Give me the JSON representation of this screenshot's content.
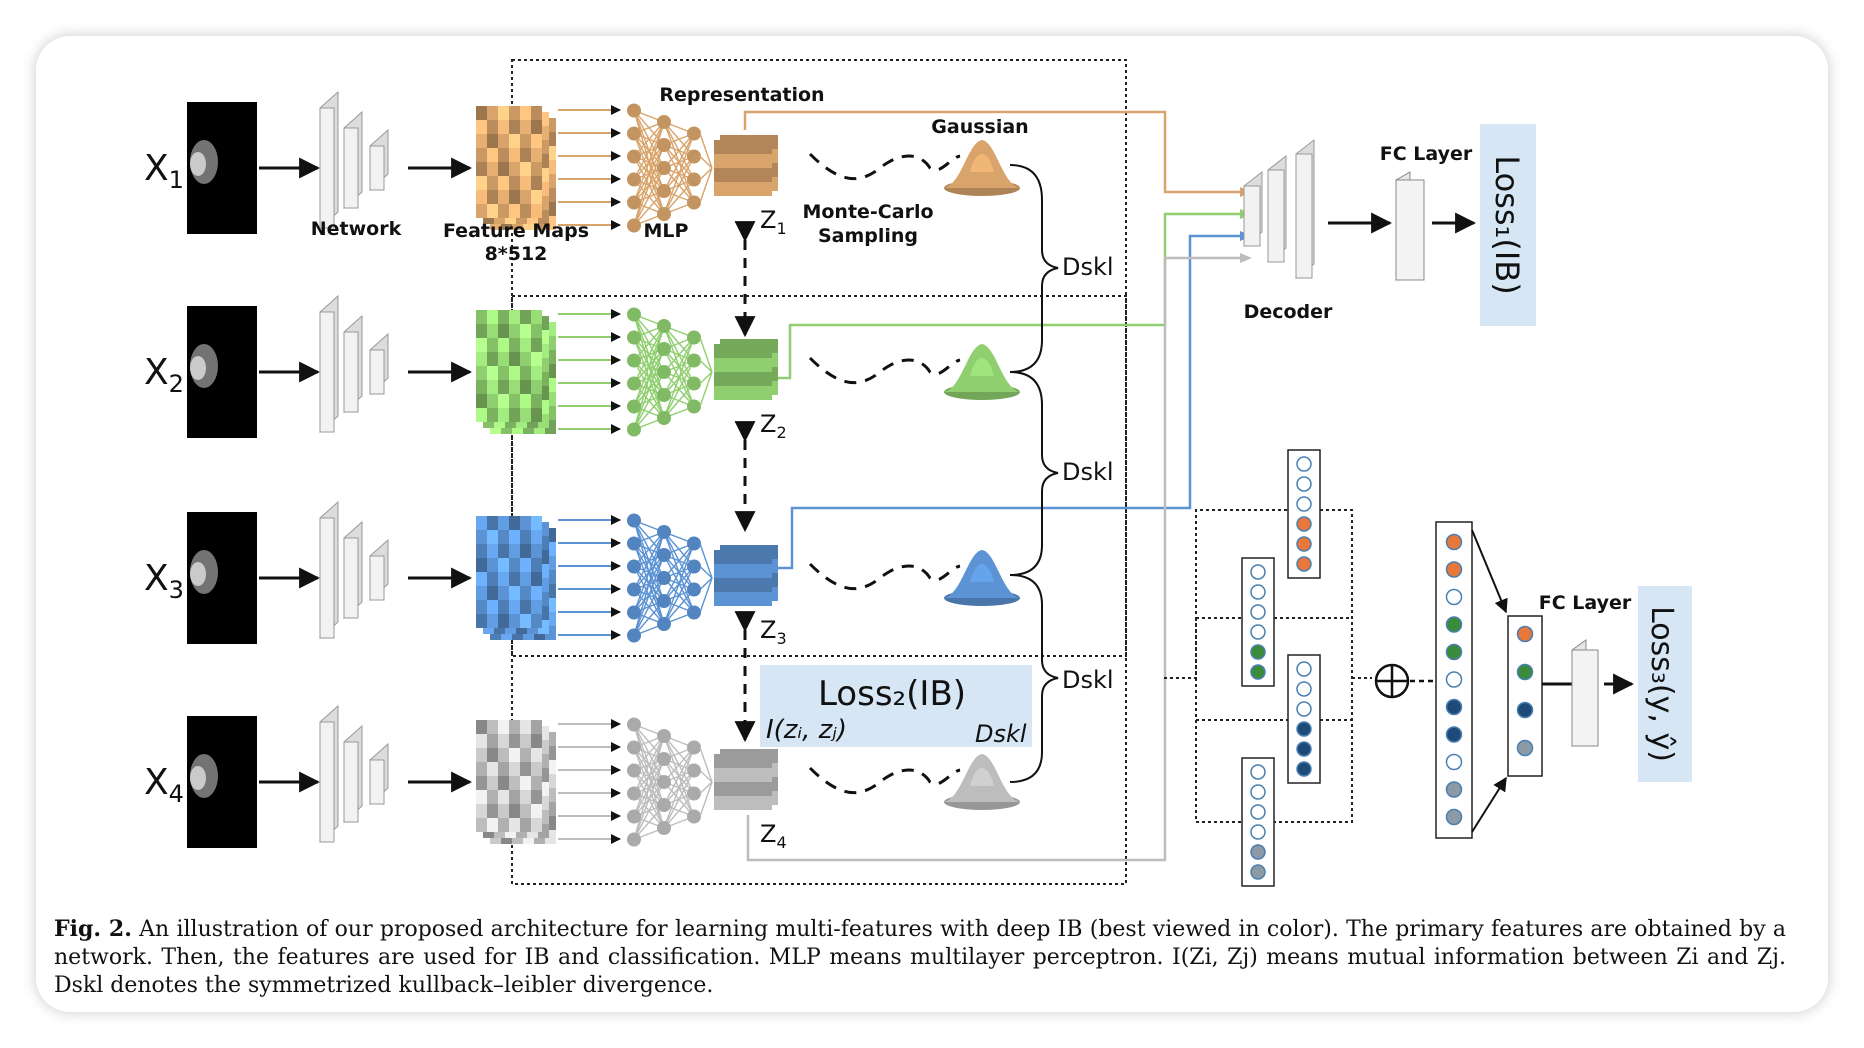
{
  "figure": {
    "inputs": [
      "X1",
      "X2",
      "X3",
      "X4"
    ],
    "z_labels": [
      "Z1",
      "Z2",
      "Z3",
      "Z4"
    ],
    "labels": {
      "network": "Network",
      "feature_maps_1": "Feature Maps",
      "feature_maps_2": "8*512",
      "mlp": "MLP",
      "representation": "Representation",
      "gaussian": "Gaussian",
      "mc_1": "Monte-Carlo",
      "mc_2": "Sampling",
      "decoder": "Decoder",
      "fc_layer": "FC Layer",
      "loss1": "Loss₁(IB)",
      "loss2": "Loss₂(IB)",
      "loss2_mi": "I(zᵢ, zⱼ)",
      "loss2_dskl": "Dskl",
      "loss3": "Loss₃(y, ŷ)",
      "dskl": "Dskl"
    },
    "colors": {
      "orange": "#d9a46b",
      "green": "#8fcf6f",
      "blue": "#5b93d4",
      "gray": "#bdbdbd",
      "loss_bg": "#d6e6f5",
      "node_orange": "#e8773a",
      "node_green": "#3a8b3a",
      "node_navy": "#1e4a7a",
      "node_gray": "#8c9aa6"
    }
  },
  "caption": {
    "label": "Fig. 2.",
    "text": "An illustration of our proposed architecture for learning multi-features with deep IB (best viewed in color). The primary features are obtained by a network. Then, the features are used for IB and classification. MLP means multilayer perceptron. I(Zi, Zj) means mutual information between Zi and Zj. Dskl denotes the symmetrized kullback–leibler divergence."
  }
}
